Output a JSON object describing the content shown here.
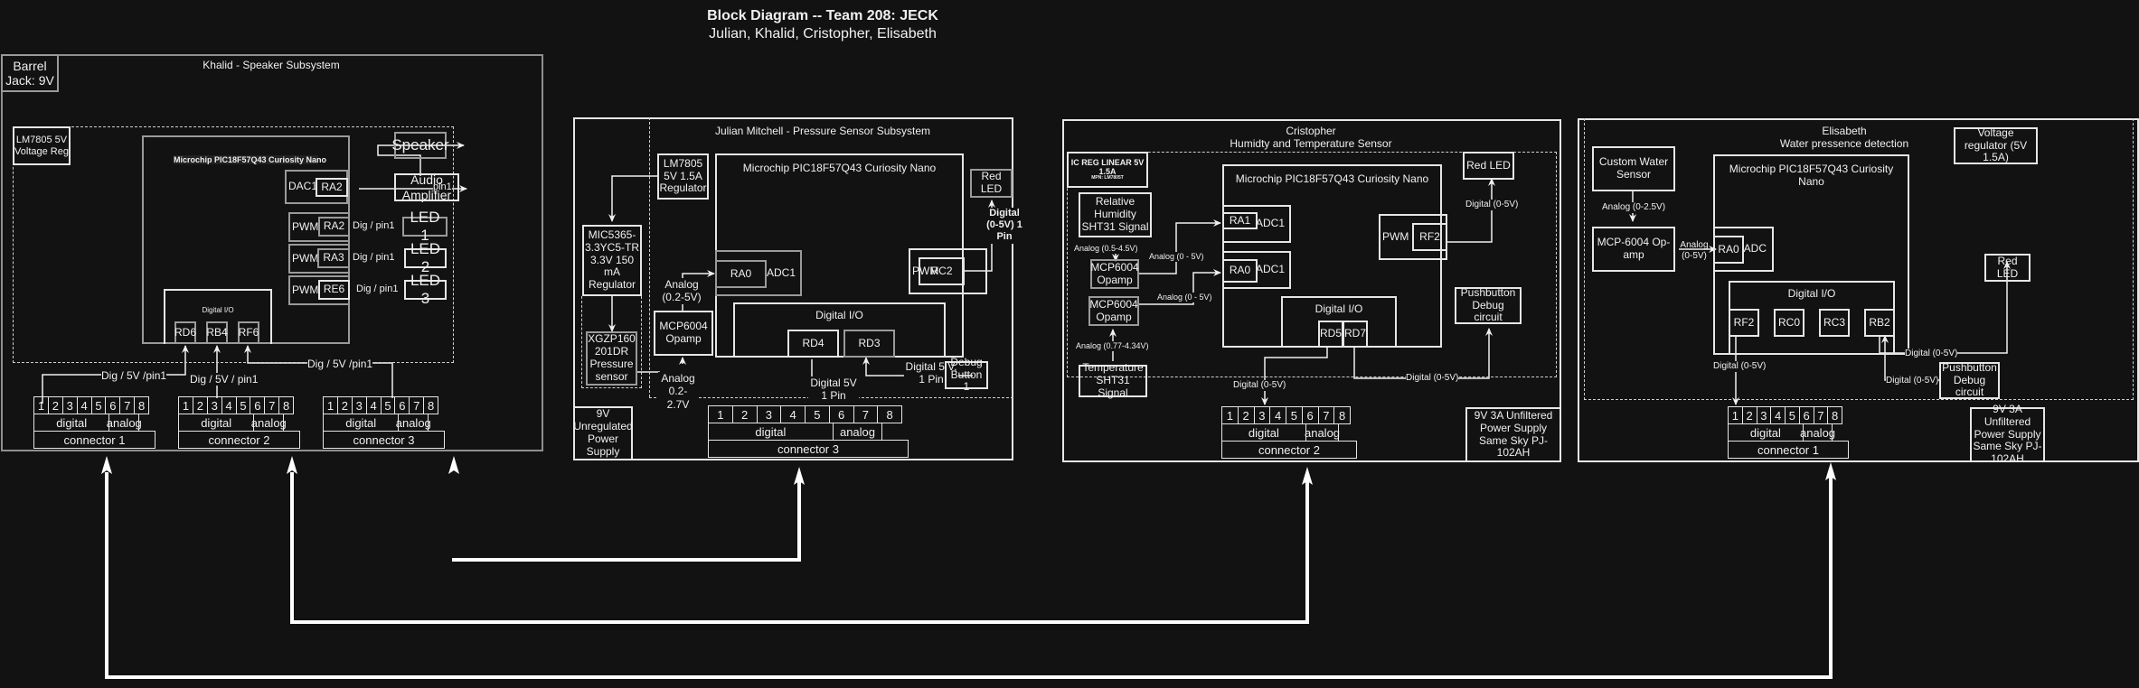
{
  "header": {
    "title": "Block Diagram -- Team 208: JECK",
    "members": "Julian, Khalid, Cristopher, Elisabeth"
  },
  "connector": {
    "pins": [
      "1",
      "2",
      "3",
      "4",
      "5",
      "6",
      "7",
      "8"
    ],
    "digital_label": "digital",
    "analog_label": "analog"
  },
  "khalid": {
    "title": "Khalid - Speaker Subsystem",
    "barrel_jack": "Barrel Jack: 9V",
    "regulator": "LM7805 5V Voltage Reg",
    "mcu": "Microchip PIC18F57Q43 Curiosity Nano",
    "dac": {
      "module": "DAC1",
      "pin": "RA2"
    },
    "pwm": [
      {
        "module": "PWM",
        "pin": "RA2",
        "signal": "Dig / pin1",
        "target": "LED 1"
      },
      {
        "module": "PWM",
        "pin": "RA3",
        "signal": "Dig / pin1",
        "target": "LED 2"
      },
      {
        "module": "PWM",
        "pin": "RE6",
        "signal": "Dig / pin1",
        "target": "LED 3"
      }
    ],
    "dac_signal": "pin1",
    "speaker": "Speaker",
    "amplifier": "Audio Amplifier",
    "digital_io": "Digital I/O",
    "io_pins": [
      "RD6",
      "RB4",
      "RF6"
    ],
    "io_signals": [
      "Dig / 5V /pin1",
      "Dig / 5V / pin1",
      "Dig / 5V /pin1"
    ],
    "connectors": [
      "connector 1",
      "connector 2",
      "connector 3"
    ]
  },
  "julian": {
    "title": "Julian Mitchell - Pressure Sensor Subsystem",
    "regulator_5v": "LM7805 5V 1.5A Regulator",
    "regulator_33v": "MIC5365-3.3YC5-TR 3.3V 150 mA Regulator",
    "sensor": "XGZP160 201DR Pressure sensor",
    "opamp": "MCP6004 Opamp",
    "sensor_signal": "Analog 0.2-2.7V",
    "opamp_signal": "Analog (0.2-5V)",
    "mcu": "Microchip PIC18F57Q43 Curiosity Nano",
    "adc": {
      "pin": "RA0",
      "module": "ADC1"
    },
    "pwm": {
      "module": "PWM",
      "pin": "RC2"
    },
    "led": "Red LED",
    "led_signal": "Digital (0-5V) 1 Pin",
    "digital_io": "Digital I/O",
    "io_pins": [
      "RD4",
      "RD3"
    ],
    "rd4_signal": "Digital 5V 1 Pin",
    "rd3_signal": "Digital 5 V, 1 Pin",
    "debug_button": "Debug Button 1",
    "power_supply": "9V Unregulated Power Supply",
    "connector": "connector 3"
  },
  "cristopher": {
    "title": "Cristopher",
    "subtitle": "Humidty and Temperature Sensor",
    "regulator": "IC REG LINEAR 5V 1.5A",
    "regulator_mpn": "MPN: LM7805T",
    "humidity": "Relative Humidity SHT31 Signal",
    "humidity_signal": "Analog (0.5-4.5V)",
    "opamp1": "MCP6004 Opamp",
    "opamp1_signal": "Analog (0 - 5V)",
    "opamp2": "MCP6004 Opamp",
    "opamp2_signal": "Analog (0 - 5V)",
    "temperature": "Temperature SHT31 Signal",
    "temperature_signal": "Analog (0.77-4.34V)",
    "mcu": "Microchip PIC18F57Q43 Curiosity Nano",
    "adc1": {
      "pin": "RA1",
      "module": "ADC1"
    },
    "adc2": {
      "pin": "RA0",
      "module": "ADC1"
    },
    "pwm": {
      "module": "PWM",
      "pin": "RF2"
    },
    "led": "Red LED",
    "led_signal": "Digital (0-5V)",
    "digital_io": "Digital I/O",
    "io_pins": [
      "RD5",
      "RD7"
    ],
    "rd5_signal": "Digital (0-5V)",
    "rd7_signal": "Digital (0-5V)",
    "pushbutton": "Pushbutton Debug circuit",
    "power_supply": "9V 3A Unfiltered Power Supply Same Sky PJ-102AH",
    "connector": "connector 2"
  },
  "elisabeth": {
    "title": "Elisabeth",
    "subtitle": "Water pressence detection",
    "water_sensor": "Custom Water Sensor",
    "sensor_signal": "Analog (0-2.5V)",
    "opamp": "MCP-6004 Op-amp",
    "opamp_signal": "Analog (0-5V)",
    "mcu": "Microchip PIC18F57Q43 Curiosity Nano",
    "adc": {
      "pin": "RA0",
      "module": "ADC"
    },
    "regulator": "Voltage regulator (5V 1.5A)",
    "led": "Red LED",
    "digital_io": "Digital I/O",
    "io_pins": [
      "RF2",
      "RC0",
      "RC3",
      "RB2"
    ],
    "rf2_signal": "Digital (0-5V)",
    "rb2_signal": "Digital (0-5V)",
    "rc3_signal": "Digital (0-5V)",
    "pushbutton": "Pushbutton Debug circuit",
    "power_supply": "9V 3A Unfiltered Power Supply Same Sky PJ-102AH",
    "connector": "connector 1"
  }
}
